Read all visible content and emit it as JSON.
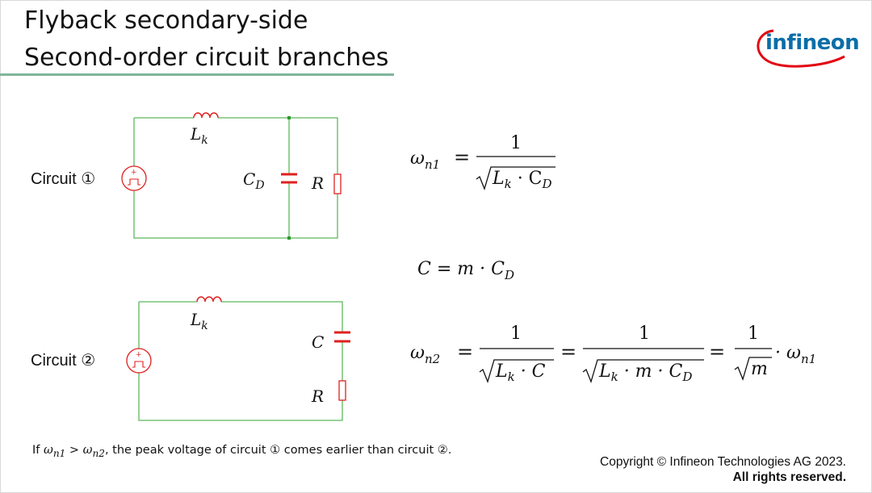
{
  "slide": {
    "title_line1": "Flyback secondary-side",
    "title_line2": "Second-order circuit branches"
  },
  "logo": {
    "text": "infineon",
    "brand_color": "#0a6ea8",
    "swoosh_color": "#e30613"
  },
  "circuits": [
    {
      "label": "Circuit ①",
      "inductor": "L",
      "inductor_sub": "k",
      "capacitor": "C",
      "capacitor_sub": "D",
      "resistor": "R"
    },
    {
      "label": "Circuit ②",
      "inductor": "L",
      "inductor_sub": "k",
      "capacitor": "C",
      "resistor": "R"
    }
  ],
  "equations": {
    "eq1_lhs": "ω",
    "eq1_lhs_sub": "n1",
    "eq1_num": "1",
    "eq1_den": "L",
    "eq1_den_sub_k": "k",
    "eq1_den_mid": " · C",
    "eq1_den_sub_d": "D",
    "eq2": "C = m · C",
    "eq2_sub": "D",
    "eq3_lhs": "ω",
    "eq3_lhs_sub": "n2",
    "eq3_num": "1",
    "eq3_frac1_den": "L",
    "eq3_frac1_sub": "k",
    "eq3_frac1_rest": " · C",
    "eq3_frac2_den": "L",
    "eq3_frac2_sub": "k",
    "eq3_frac2_mid": " · m · C",
    "eq3_frac2_sub2": "D",
    "eq3_frac3_den": "m",
    "eq3_tail": "· ω",
    "eq3_tail_sub": "n1",
    "equals": "="
  },
  "footnote": {
    "prefix": "If ",
    "w1": "ω",
    "w1_sub": "n1",
    "gt": " > ",
    "w2": "ω",
    "w2_sub": "n2",
    "suffix": ", the peak voltage of circuit ① comes earlier than circuit ②."
  },
  "copyright": {
    "line1": "Copyright © Infineon Technologies AG 2023.",
    "line2": "All rights reserved."
  },
  "colors": {
    "wire": "#5cb85c",
    "component": "#e02020",
    "rule": "#7fb59c"
  }
}
